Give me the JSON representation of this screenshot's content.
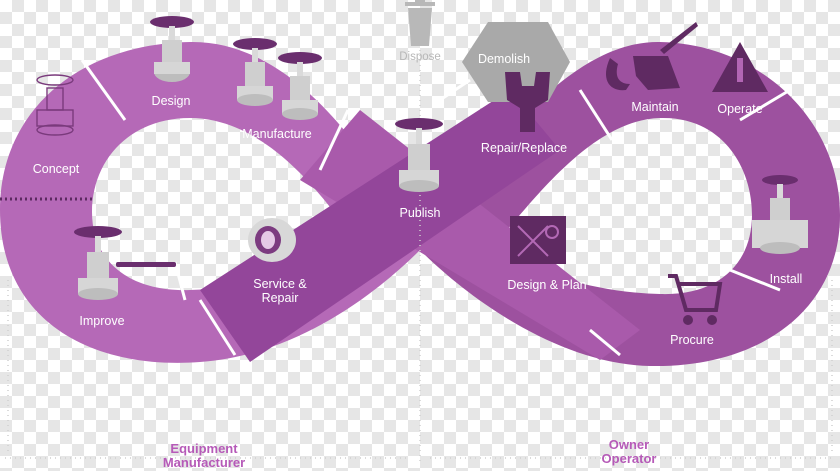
{
  "labels": {
    "concept": "Concept",
    "design": "Design",
    "manufacture": "Manufacture",
    "publish": "Publish",
    "service_repair_line1": "Service &",
    "service_repair_line2": "Repair",
    "improve": "Improve",
    "dispose": "Dispose",
    "demolish": "Demolish",
    "repair_replace": "Repair/Replace",
    "maintain": "Maintain",
    "operate": "Operate",
    "install": "Install",
    "procure": "Procure",
    "design_plan": "Design & Plan"
  },
  "sides": {
    "left_line1": "Equipment",
    "left_line2": "Manufacturer",
    "right_line1": "Owner",
    "right_line2": "Operator"
  },
  "colors": {
    "band": "#b369b5",
    "band_dark": "#9c4f9e",
    "band_deep": "#8a3f8c",
    "icon": "#5f2a62",
    "grey_hex": "#a9a9a9",
    "side_label": "#b65ab8"
  },
  "icons": [
    "valve-icon",
    "wrench-icon",
    "trash-can-icon",
    "gas-can-icon",
    "warning-sign-icon",
    "shopping-cart-icon",
    "blueprint-icon",
    "pipe-fitting-icon"
  ]
}
